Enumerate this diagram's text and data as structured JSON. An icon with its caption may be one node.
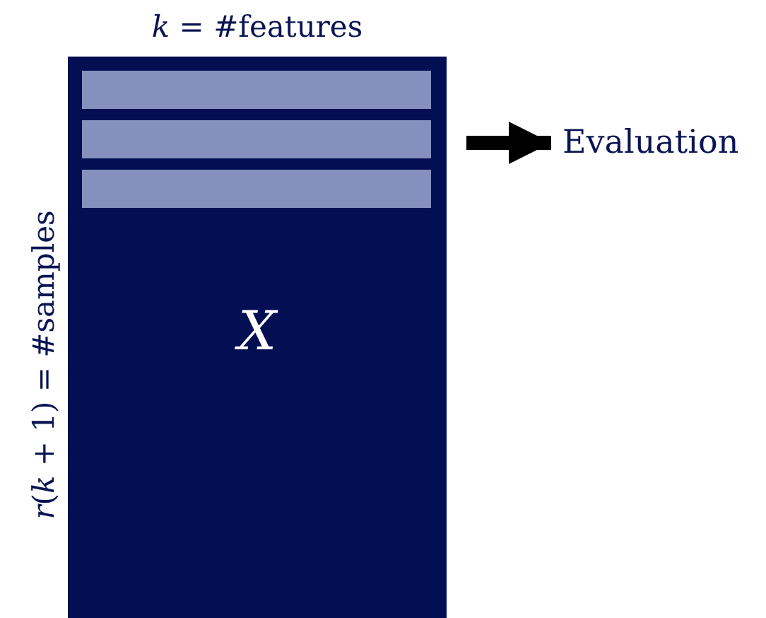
{
  "diagram": {
    "nodes": [
      {
        "text": [
          "X"
        ]
      },
      {
        "text": [],
        "shape": "bar",
        "in": 0
      },
      {
        "text": [],
        "shape": "bar",
        "in": 0
      },
      {
        "text": [],
        "shape": "bar",
        "in": 0
      },
      {
        "text": [
          "Evaluation"
        ]
      }
    ],
    "edges": [
      {
        "from": null,
        "to": 4,
        "arrow": "to"
      }
    ],
    "labels": [
      "*k* = #features",
      "*r*(*k* + 1) = #samples"
    ]
  }
}
